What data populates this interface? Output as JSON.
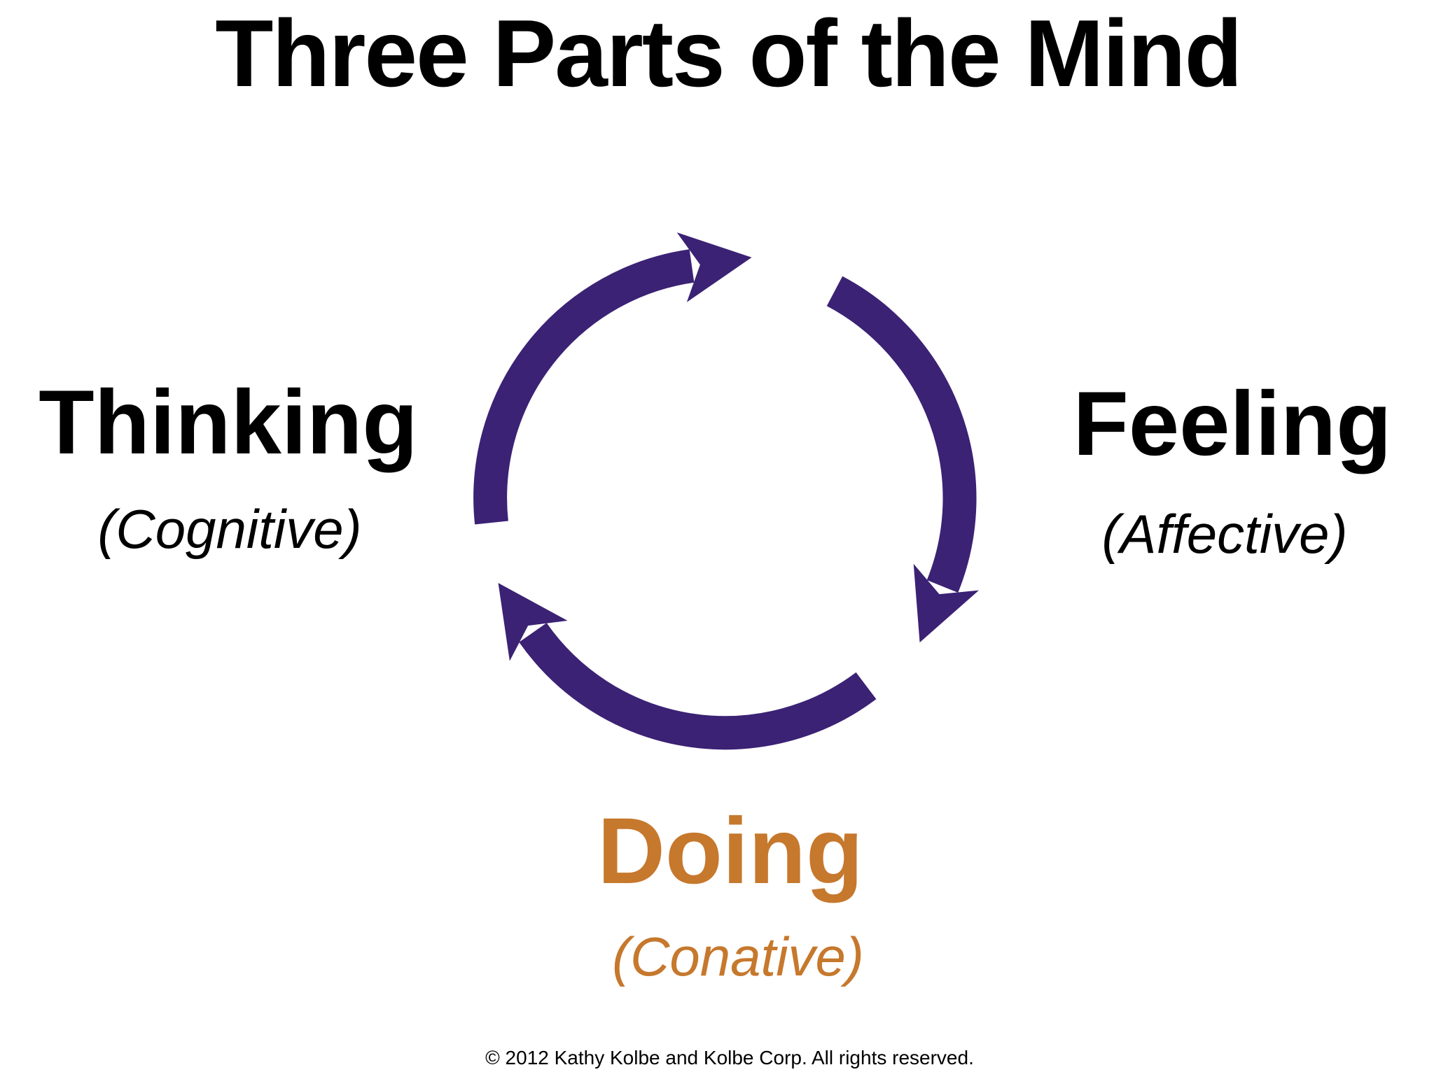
{
  "title": "Three Parts of the Mind",
  "nodes": {
    "thinking": {
      "label": "Thinking",
      "sublabel": "(Cognitive)"
    },
    "feeling": {
      "label": "Feeling",
      "sublabel": "(Affective)"
    },
    "doing": {
      "label": "Doing",
      "sublabel": "(Conative)"
    }
  },
  "diagram": {
    "type": "cycle",
    "direction": "clockwise",
    "segments": 3,
    "icon": "three-arrow-cycle"
  },
  "footer": {
    "copyright": "© 2012 Kathy Kolbe and Kolbe Corp. All rights reserved."
  },
  "colors": {
    "arrow_purple": "#3B2274",
    "doing_orange": "#C6782D",
    "text_black": "#000000",
    "background": "#FFFFFF"
  }
}
